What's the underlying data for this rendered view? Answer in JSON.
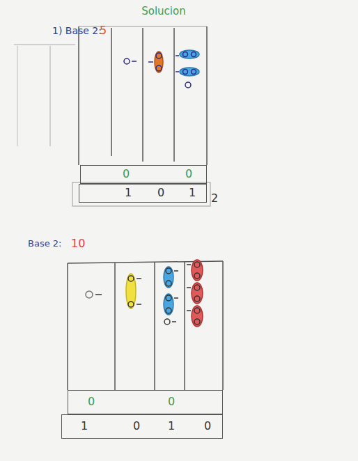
{
  "diagram": {
    "title": "Solucion",
    "nodes": [
      {
        "text": [
          "0",
          "0"
        ]
      },
      {
        "text": [
          "1",
          "0",
          "1"
        ]
      },
      {
        "text": [
          "0",
          "0"
        ]
      },
      {
        "text": [
          "1",
          "0",
          "1",
          "0"
        ]
      }
    ],
    "labels": [
      "1) Base 2:",
      "5",
      "2",
      "Base 2:",
      "10"
    ]
  }
}
